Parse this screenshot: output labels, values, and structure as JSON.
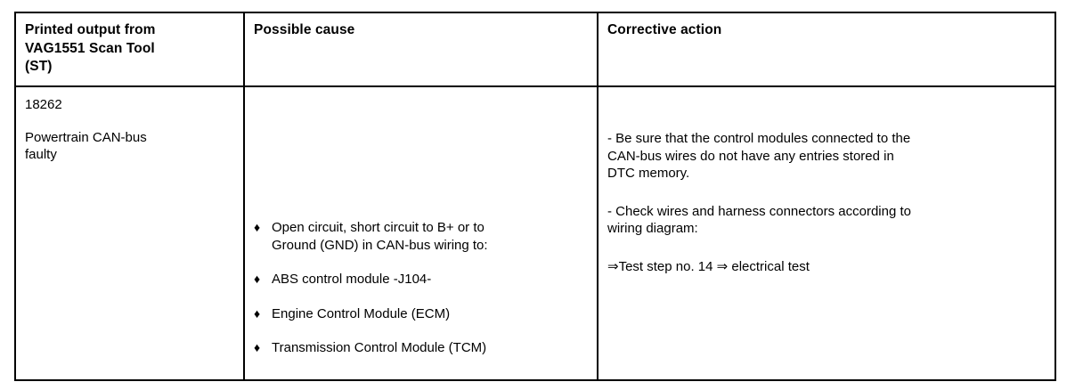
{
  "table": {
    "headers": [
      "Printed output from\nVAG1551 Scan Tool\n(ST)",
      "Possible cause",
      "Corrective action"
    ],
    "row": {
      "fault_code": "18262",
      "fault_description": "Powertrain CAN-bus\nfaulty",
      "bullet_glyph": "♦",
      "possible_causes": [
        "Open circuit, short circuit to B+ or to\nGround (GND) in CAN-bus wiring to:",
        "ABS control module -J104-",
        "Engine Control Module (ECM)",
        "Transmission Control Module (TCM)"
      ],
      "corrective_actions": [
        "- Be sure that the control modules connected to the\nCAN-bus wires do not have any entries stored in\nDTC memory.",
        "- Check wires and harness connectors according to\nwiring diagram:"
      ],
      "corrective_reference": "⇒Test step no. 14 ⇒ electrical test"
    }
  },
  "colors": {
    "border": "#000000",
    "text": "#000000",
    "background": "#ffffff"
  }
}
